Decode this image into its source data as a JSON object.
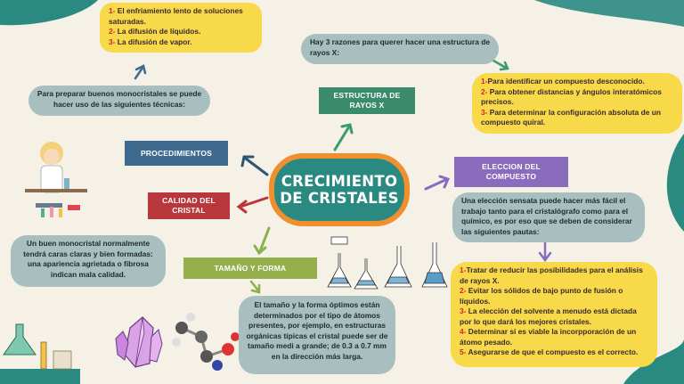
{
  "central": {
    "line1": "CRECIMIENTO",
    "line2": "DE CRISTALES"
  },
  "procedimientos": {
    "title": "PROCEDIMIENTOS",
    "intro": "Para preparar buenos monocristales se puede hacer uso de las siguientes técnicas:",
    "items": [
      {
        "num": "1-",
        "text": " El enfriamiento lento de soluciones saturadas."
      },
      {
        "num": "2-",
        "text": " La difusión de líquidos."
      },
      {
        "num": "3-",
        "text": " La difusión de vapor."
      }
    ]
  },
  "estructura": {
    "title": "ESTRUCTURA DE RAYOS X",
    "intro": "Hay 3 razones para querer hacer una estructura de rayos X:",
    "items": [
      {
        "num": "1-",
        "text": "Para identificar un compuesto desconocido."
      },
      {
        "num": "2-",
        "text": " Para obtener distancias y ángulos interatómicos precisos."
      },
      {
        "num": "3-",
        "text": " Para determinar la configuración absoluta de un compuesto quiral."
      }
    ]
  },
  "calidad": {
    "title": "CALIDAD DEL CRISTAL",
    "text": "Un buen monocristal normalmente tendrá caras claras y bien formadas: una apariencia agrietada o fibrosa indican mala calidad."
  },
  "tamano": {
    "title": "TAMAÑO Y FORMA",
    "text": "El tamaño y la forma óptimos están determinados por el tipo de átomos presentes, por ejemplo, en estructuras orgánicas típicas el cristal puede ser de tamaño medi a grande; de 0.3 a 0.7 mm en la dirección más larga."
  },
  "eleccion": {
    "title": "ELECCION DEL COMPUESTO",
    "intro": "Una elección sensata puede hacer más fácil el trabajo tanto para el cristalógrafo como para el químico, es por eso que se deben de considerar las siguientes pautas:",
    "items": [
      {
        "num": "1-",
        "text": "Tratar de reducir las posibilidades para el análisis de rayos X."
      },
      {
        "num": "2-",
        "text": " Evitar los sólidos de bajo punto de fusión o líquidos."
      },
      {
        "num": "3-",
        "text": " La elección del solvente a menudo está dictada por lo que dará los mejores cristales."
      },
      {
        "num": "4-",
        "text": " Determinar si es viable la incorpporación de un átomo pesado."
      },
      {
        "num": "5-",
        "text": " Asegurarse de que el compuesto es el correcto."
      }
    ]
  },
  "colors": {
    "central_fill": "#2a8a82",
    "central_border": "#f08f2e",
    "procedimientos_banner": "#3f6a8f",
    "estructura_banner": "#3a8b6c",
    "calidad_banner": "#b8373c",
    "tamano_banner": "#95b04a",
    "eleccion_banner": "#8a6bbd",
    "yellow_box": "#f8d94a",
    "grey_box": "#a8bfc0"
  }
}
